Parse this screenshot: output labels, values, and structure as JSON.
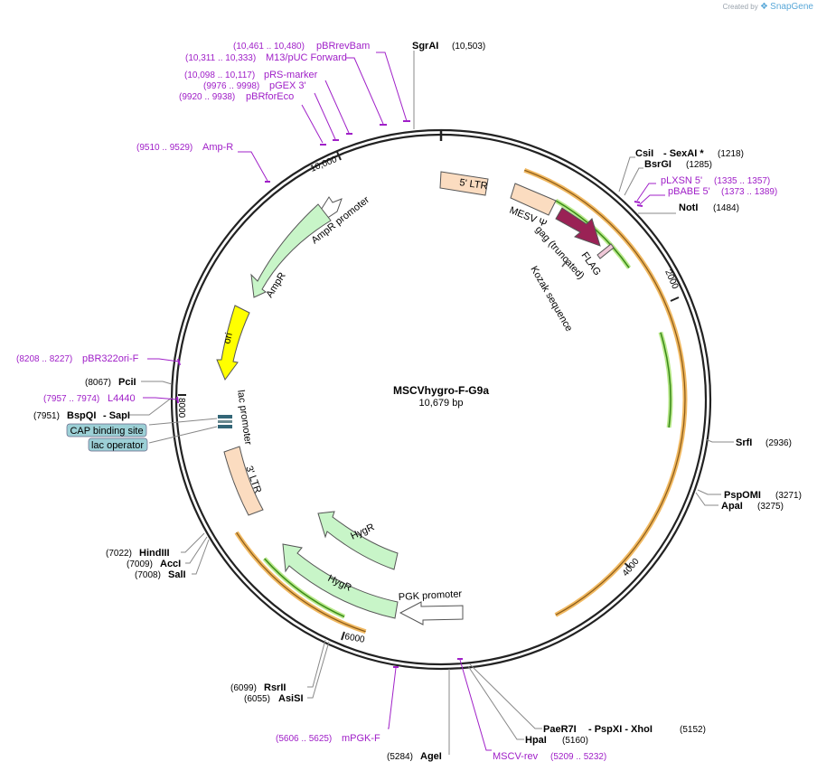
{
  "brand": {
    "created_by": "Created by",
    "app": "SnapGene"
  },
  "plasmid": {
    "name": "MSCVhygro-F-G9a",
    "length_label": "10,679 bp",
    "length": 10679
  },
  "colors": {
    "backbone": "#222222",
    "primer": "#a020c8",
    "ltr": "#fbdcc0",
    "resistance": "#c8f5c8",
    "ori": "#ffff00",
    "flag": "#9a2255",
    "orf_outline": "#f0b860",
    "orf_core": "#3a8a18",
    "operator_box": "#9cd0d6"
  },
  "ticks": [
    {
      "label": "2000"
    },
    {
      "label": "4000"
    },
    {
      "label": "6000"
    },
    {
      "label": "8000"
    },
    {
      "label": "10,000"
    }
  ],
  "enzymes": [
    {
      "name": "SgrAI",
      "pos": "(10,503)"
    },
    {
      "name": "CsiI",
      "extra": "- SexAI *",
      "pos": "(1218)"
    },
    {
      "name": "BsrGI",
      "pos": "(1285)"
    },
    {
      "name": "NotI",
      "pos": "(1484)"
    },
    {
      "name": "SrfI",
      "pos": "(2936)"
    },
    {
      "name": "PspOMI",
      "pos": "(3271)"
    },
    {
      "name": "ApaI",
      "pos": "(3275)"
    },
    {
      "name": "PaeR7I",
      "extra": "- PspXI  - XhoI",
      "pos": "(5152)"
    },
    {
      "name": "HpaI",
      "pos": "(5160)"
    },
    {
      "name": "AgeI",
      "pos": "(5284)"
    },
    {
      "name": "RsrII",
      "pos": "(6099)"
    },
    {
      "name": "AsiSI",
      "pos": "(6055)"
    },
    {
      "name": "HindIII",
      "pos": "(7022)"
    },
    {
      "name": "AccI",
      "pos": "(7009)"
    },
    {
      "name": "SalI",
      "pos": "(7008)"
    },
    {
      "name": "BspQI",
      "extra": "- SapI",
      "pos": "(7951)"
    },
    {
      "name": "PciI",
      "pos": "(8067)"
    }
  ],
  "primers": [
    {
      "name": "pBRrevBam",
      "range": "(10,461 .. 10,480)"
    },
    {
      "name": "M13/pUC Forward",
      "range": "(10,311 .. 10,333)"
    },
    {
      "name": "pRS-marker",
      "range": "(10,098 .. 10,117)"
    },
    {
      "name": "pGEX 3'",
      "range": "(9976 .. 9998)"
    },
    {
      "name": "pBRforEco",
      "range": "(9920 .. 9938)"
    },
    {
      "name": "Amp-R",
      "range": "(9510 .. 9529)"
    },
    {
      "name": "pLXSN 5'",
      "range": "(1335 .. 1357)"
    },
    {
      "name": "pBABE 5'",
      "range": "(1373 .. 1389)"
    },
    {
      "name": "pBR322ori-F",
      "range": "(8208 .. 8227)"
    },
    {
      "name": "L4440",
      "range": "(7957 .. 7974)"
    },
    {
      "name": "mPGK-F",
      "range": "(5606 .. 5625)"
    },
    {
      "name": "MSCV-rev",
      "range": "(5209 .. 5232)"
    }
  ],
  "features": [
    {
      "name": "5' LTR"
    },
    {
      "name": "MESV Ψ"
    },
    {
      "name": "gag (truncated)"
    },
    {
      "name": "FLAG"
    },
    {
      "name": "Kozak sequence"
    },
    {
      "name": "AmpR promoter"
    },
    {
      "name": "AmpR"
    },
    {
      "name": "ori"
    },
    {
      "name": "lac promoter"
    },
    {
      "name": "3' LTR"
    },
    {
      "name": "HygR"
    },
    {
      "name": "HygR"
    },
    {
      "name": "PGK promoter"
    },
    {
      "name": "CAP binding site"
    },
    {
      "name": "lac operator"
    }
  ]
}
